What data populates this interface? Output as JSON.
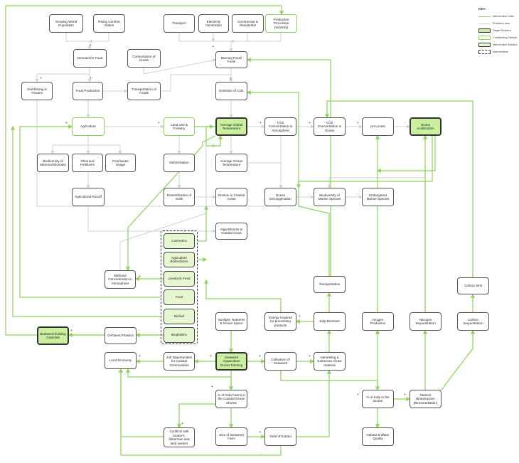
{
  "key": {
    "title": "KEY:",
    "items": [
      {
        "label": "Intervention Links",
        "style": "link-green"
      },
      {
        "label": "Problem Links",
        "style": "link-gray"
      },
      {
        "label": "Target Problem",
        "style": "target"
      },
      {
        "label": "Contributing Factors",
        "style": "factor"
      },
      {
        "label": "Intervention Solution",
        "style": "solution"
      },
      {
        "label": "Interventions",
        "style": "intervention-group"
      }
    ]
  },
  "colors": {
    "intervention_link": "#8cd35a",
    "problem_link": "#d2d2d2",
    "target_fill": "#c9ef9f",
    "solution_fill": "#e6f6cf"
  },
  "nodes": {
    "growing_population": "Growing World Population",
    "rising_comfort": "Rising Comfort Status",
    "transport": "Transport",
    "electricity": "Electricity Generation",
    "commercial": "Commercial & Residential",
    "production": "Production Processes (Industry)",
    "demand_food": "Demand for Food",
    "consumption_goods": "Consumption of Goods",
    "burning_fuels": "Burning Fossil Fuels",
    "overfishing": "Overfishing in Oceans",
    "food_production": "Food Production",
    "transportation_foods": "Transportation of Foods",
    "emission_co2": "Emission of CO2",
    "agriculture": "Agriculture",
    "land_use": "Land Use & Forestry",
    "avg_global_temp": "Average Global Temperature",
    "co2_atmosphere": "CO2 Concentration in Atmosphere",
    "co2_ocean": "CO2 Concentration in Ocean",
    "ph_levels": "pH Levels",
    "ocean_acidification": "Ocean Acidification",
    "biodiversity_mammal": "Biodiversity of Mammal Biomass",
    "chemical_fertilizers": "Chemical Fertilizers",
    "freshwater_usage": "Freshwater Usage",
    "deforestation": "Deforestation",
    "avg_ocean_temp": "Average Ocean Temperature",
    "agricultural_runoff": "Agricultural Runoff",
    "desertification": "Desertification of Soils",
    "erosion_coastal": "Erosion in Coastal Areas",
    "ocean_deoxygenation": "Ocean Deoxygenation",
    "biodiversity_marine": "Biodiversity of Marine Species",
    "endangered_marine": "Endangered Marine Species",
    "algal_blooms": "Algal Blooms in Coastal Areas",
    "cosmetics": "Cosmetics",
    "agri_biofertilizers": "Agriculture Biofertilizers",
    "methane_concentration": "Methane Concentration in Atmosphere",
    "livestock_feed": "Livestock Feed",
    "food": "Food",
    "transportation": "Transportation",
    "carbon_sink": "Carbon Sink",
    "biofuel": "Biofuel",
    "sunlight": "Sunlight, Nutrients & Ocean Space",
    "energy_processing": "Energy required for processing products",
    "kelp_biomass": "Kelp Biomass",
    "oxygen_production": "Oxygen Production",
    "nitrogen_seq": "Nitrogen Sequestration",
    "carbon_seq": "Carbon Sequestration",
    "biobased_building": "Biobased building materials",
    "oil_plastics": "Oil-based Plastics",
    "bioplastics": "Bioplastics",
    "local_economy": "Local Economy",
    "job_opportunities": "Job Opportunities for Coastal Communities",
    "seaweed_farming": "Seaweed Aquaculture Ocean Farming",
    "cultivation": "Cultivation of Seaweed",
    "harvesting": "Harvesting & Extraction of raw material",
    "pct_kelp_farms": "% of Kelp Farms in the Coastal Ocean Shores",
    "pct_kelp_ocean": "% of Kelp in the Ocean",
    "nutrient_bio": "Nutrient Bioextraction (Bioremediation)",
    "conflicts": "Conflicts with boater's, fishermen and land owners",
    "size_farm": "Size of Seaweed Farm",
    "yield_extract": "Yield of Extract",
    "habitat_water": "Habitat & Water Quality"
  }
}
